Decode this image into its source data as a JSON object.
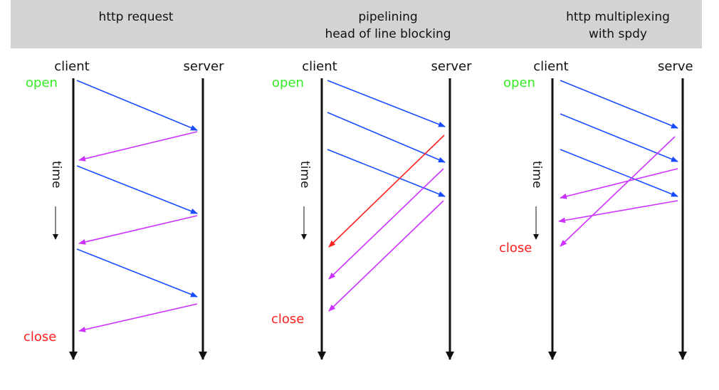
{
  "panels": [
    {
      "title": "http request",
      "client": "client",
      "server": "server",
      "open": "open",
      "close": "close",
      "time": "time"
    },
    {
      "title": "pipelining\nhead of line blocking",
      "client": "client",
      "server": "server",
      "open": "open",
      "close": "close",
      "time": "time"
    },
    {
      "title": "http multiplexing\nwith spdy",
      "client": "client",
      "server": "serve",
      "open": "open",
      "close": "close",
      "time": "time"
    }
  ],
  "colors": {
    "request": "#1a4cff",
    "response": "#cc33ff",
    "blocked_response": "#ff2020",
    "open": "#33ee22",
    "close": "#ff2020",
    "timeline": "#111111",
    "header": "#d3d3d3"
  }
}
